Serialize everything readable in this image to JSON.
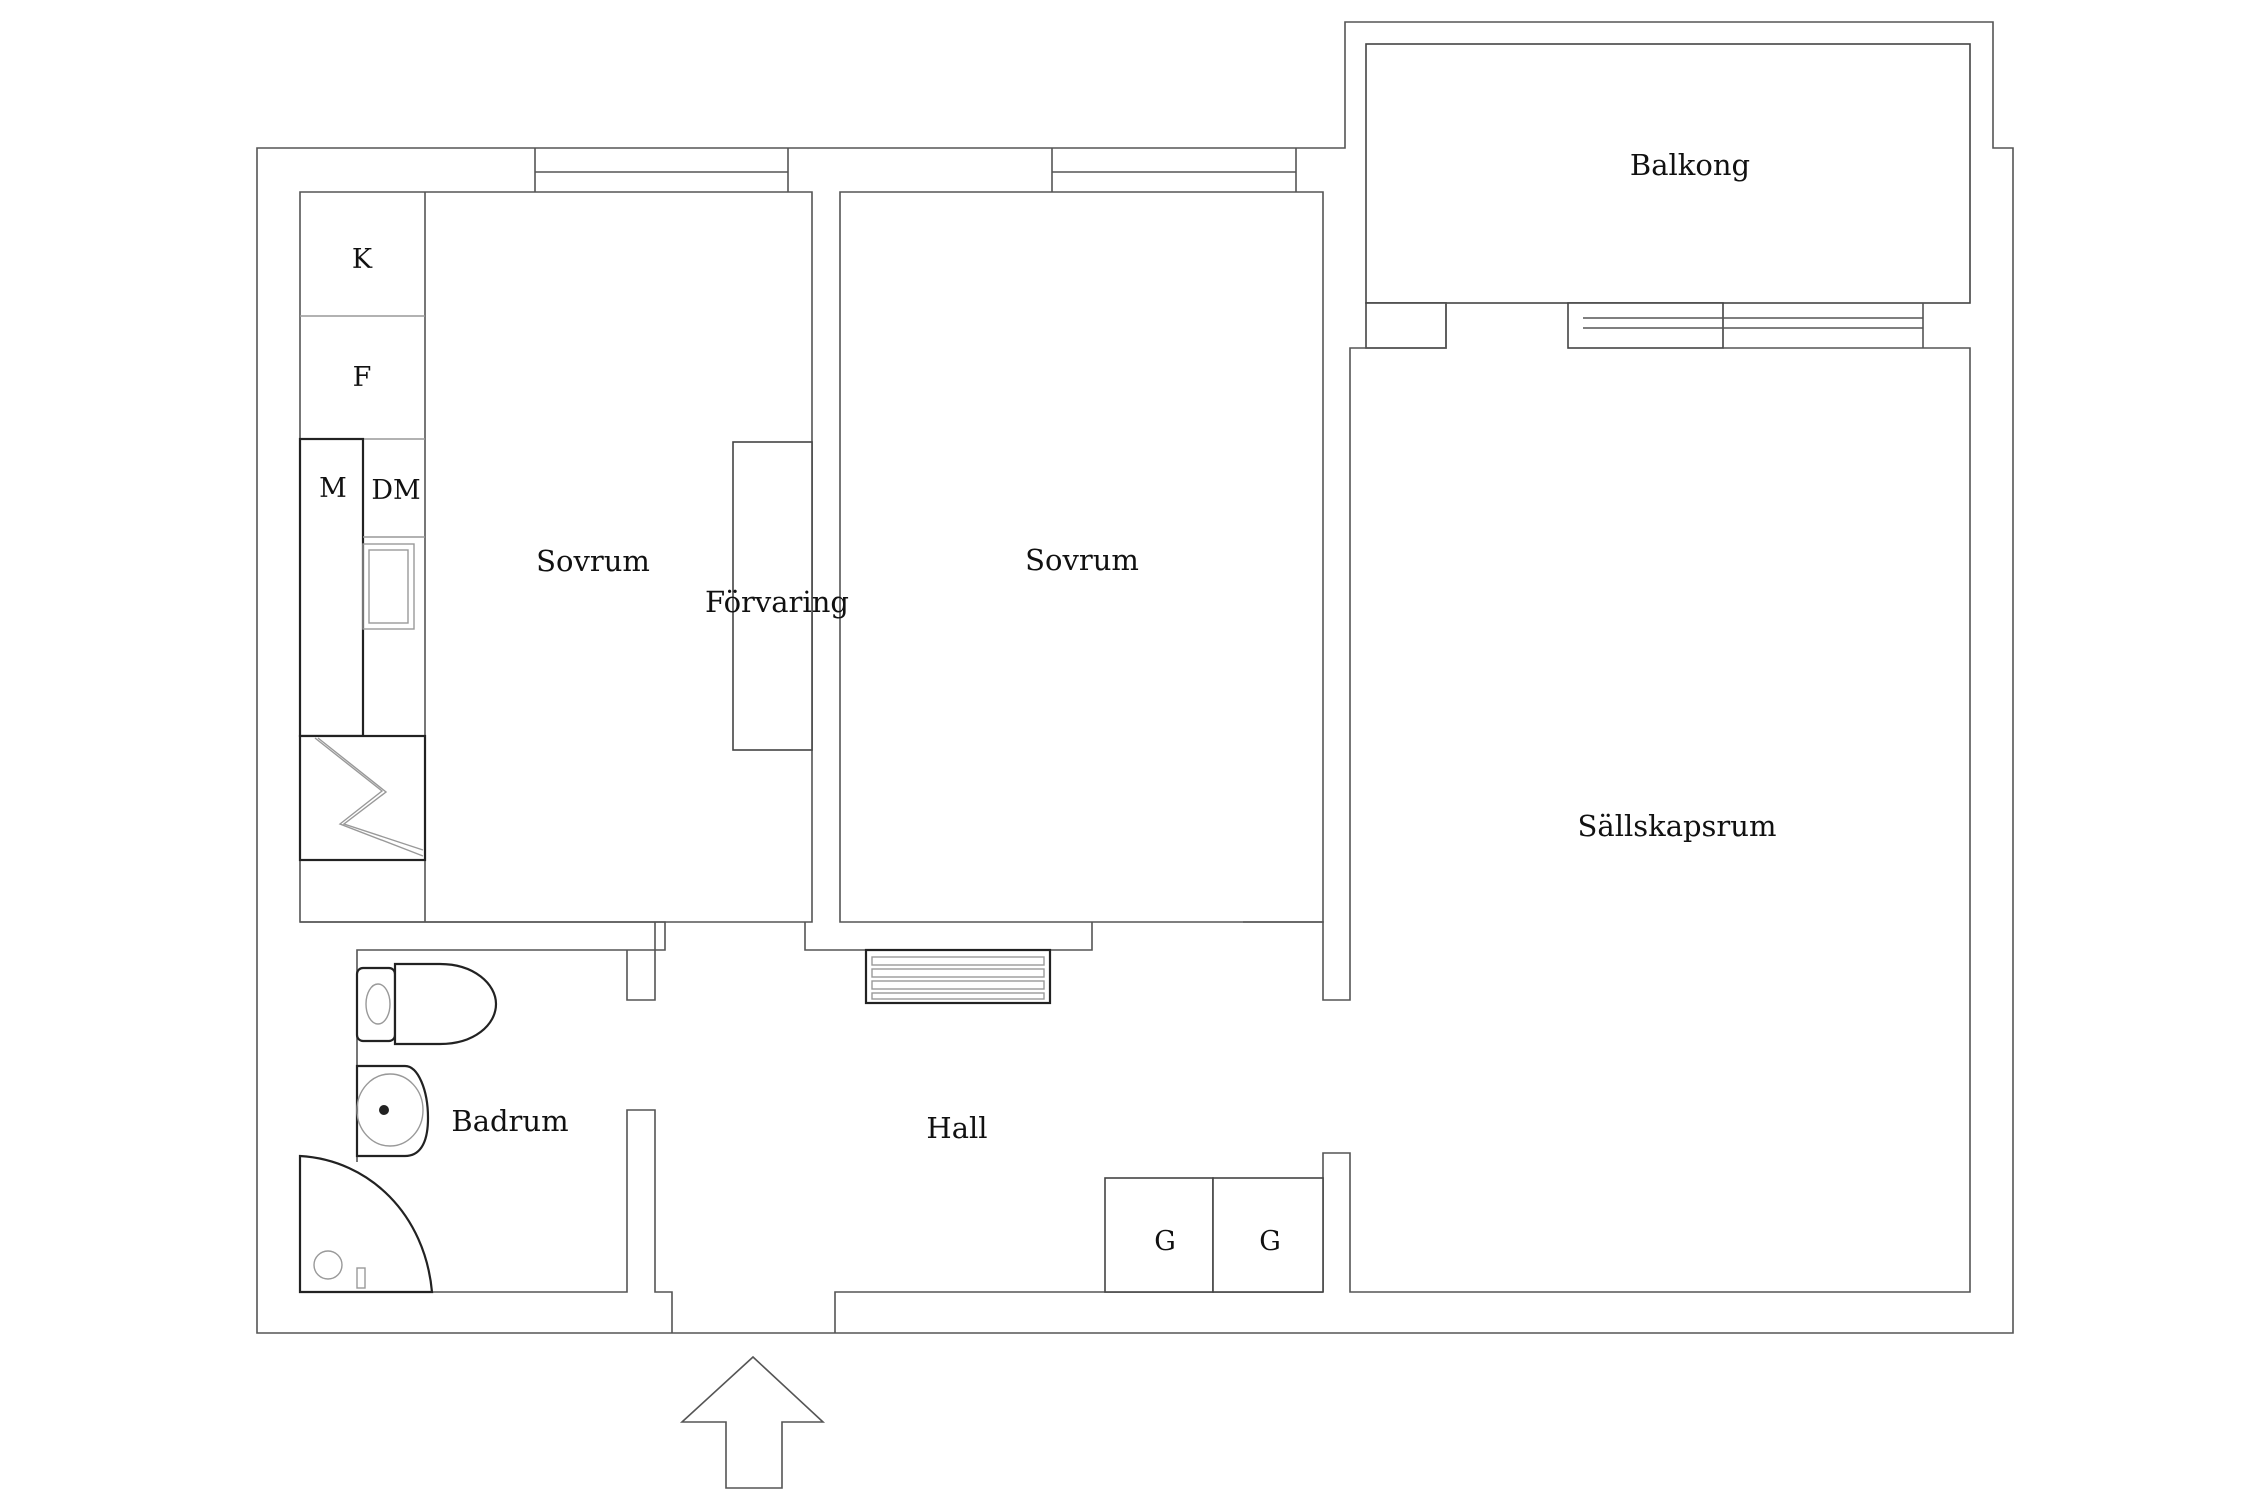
{
  "rooms": {
    "balcony": "Balkong",
    "bedroom_left": "Sovrum",
    "storage": "Förvaring",
    "bedroom_mid": "Sovrum",
    "living_room": "Sällskapsrum",
    "bathroom": "Badrum",
    "hall": "Hall"
  },
  "fixtures": {
    "fridge": "K",
    "freezer": "F",
    "microwave": "M",
    "dishwasher": "DM",
    "wardrobe_1": "G",
    "wardrobe_2": "G"
  },
  "entrance_arrow_icon": "up-arrow-icon"
}
